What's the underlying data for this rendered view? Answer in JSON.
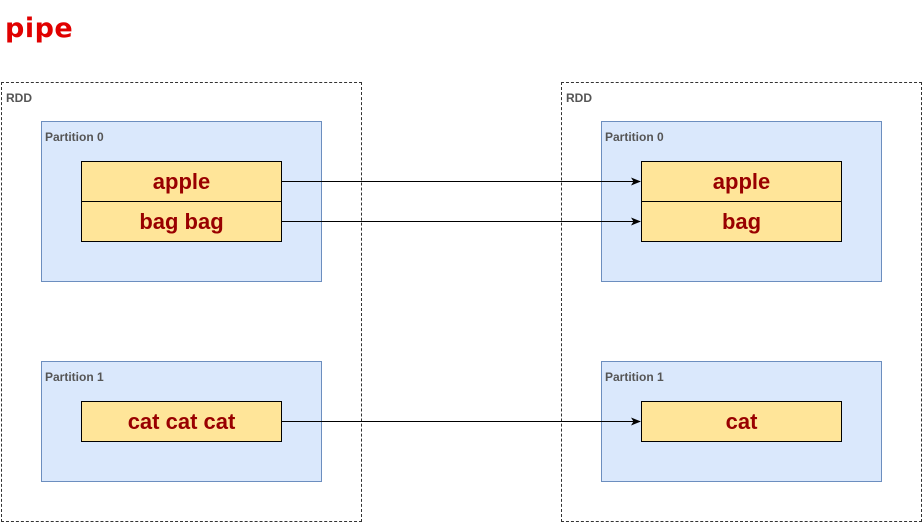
{
  "title": "pipe",
  "rdds": [
    {
      "label": "RDD",
      "partitions": [
        {
          "label": "Partition 0",
          "records": [
            "apple",
            "bag bag"
          ]
        },
        {
          "label": "Partition 1",
          "records": [
            "cat cat cat"
          ]
        }
      ]
    },
    {
      "label": "RDD",
      "partitions": [
        {
          "label": "Partition 0",
          "records": [
            "apple",
            "bag"
          ]
        },
        {
          "label": "Partition 1",
          "records": [
            "cat"
          ]
        }
      ]
    }
  ],
  "colors": {
    "title": "#e00000",
    "partition_fill": "#dae8fc",
    "partition_border": "#6c8ebf",
    "record_fill": "#ffe599",
    "record_text": "#990000"
  }
}
